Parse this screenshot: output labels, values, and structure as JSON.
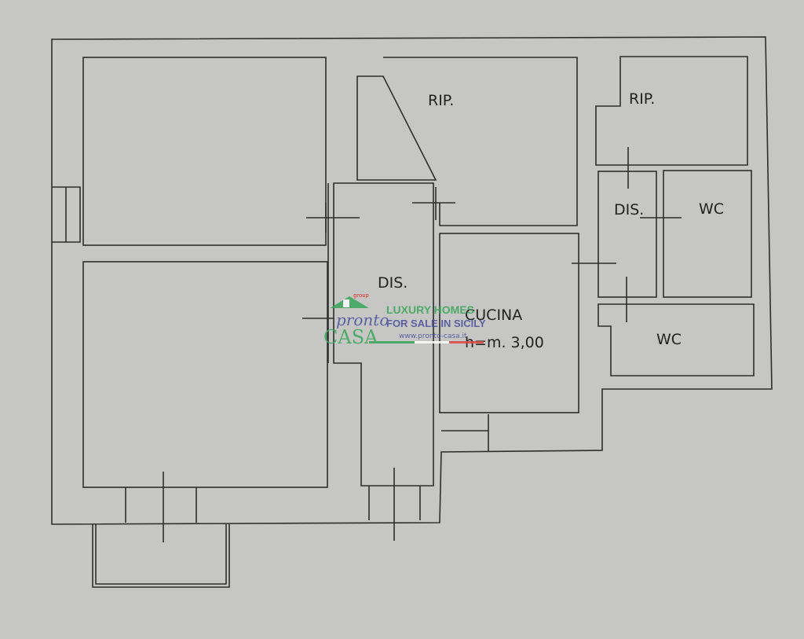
{
  "rooms": {
    "rip_center": "RIP.",
    "rip_right": "RIP.",
    "dis_center": "DIS.",
    "dis_right": "DIS.",
    "wc_top": "WC",
    "wc_bottom": "WC",
    "cucina": "CUCINA",
    "height_note": "h=m. 3,00"
  },
  "watermark": {
    "brand_top": "pronto",
    "brand_bottom": "CASA",
    "group": "group",
    "line1": "LUXURY HOMES",
    "line2": "FOR SALE IN SICILY",
    "url": "www.pronto-casa.it",
    "colors": {
      "green": "#3aa55a",
      "blue": "#4a4f9a",
      "red": "#d9483b"
    }
  }
}
